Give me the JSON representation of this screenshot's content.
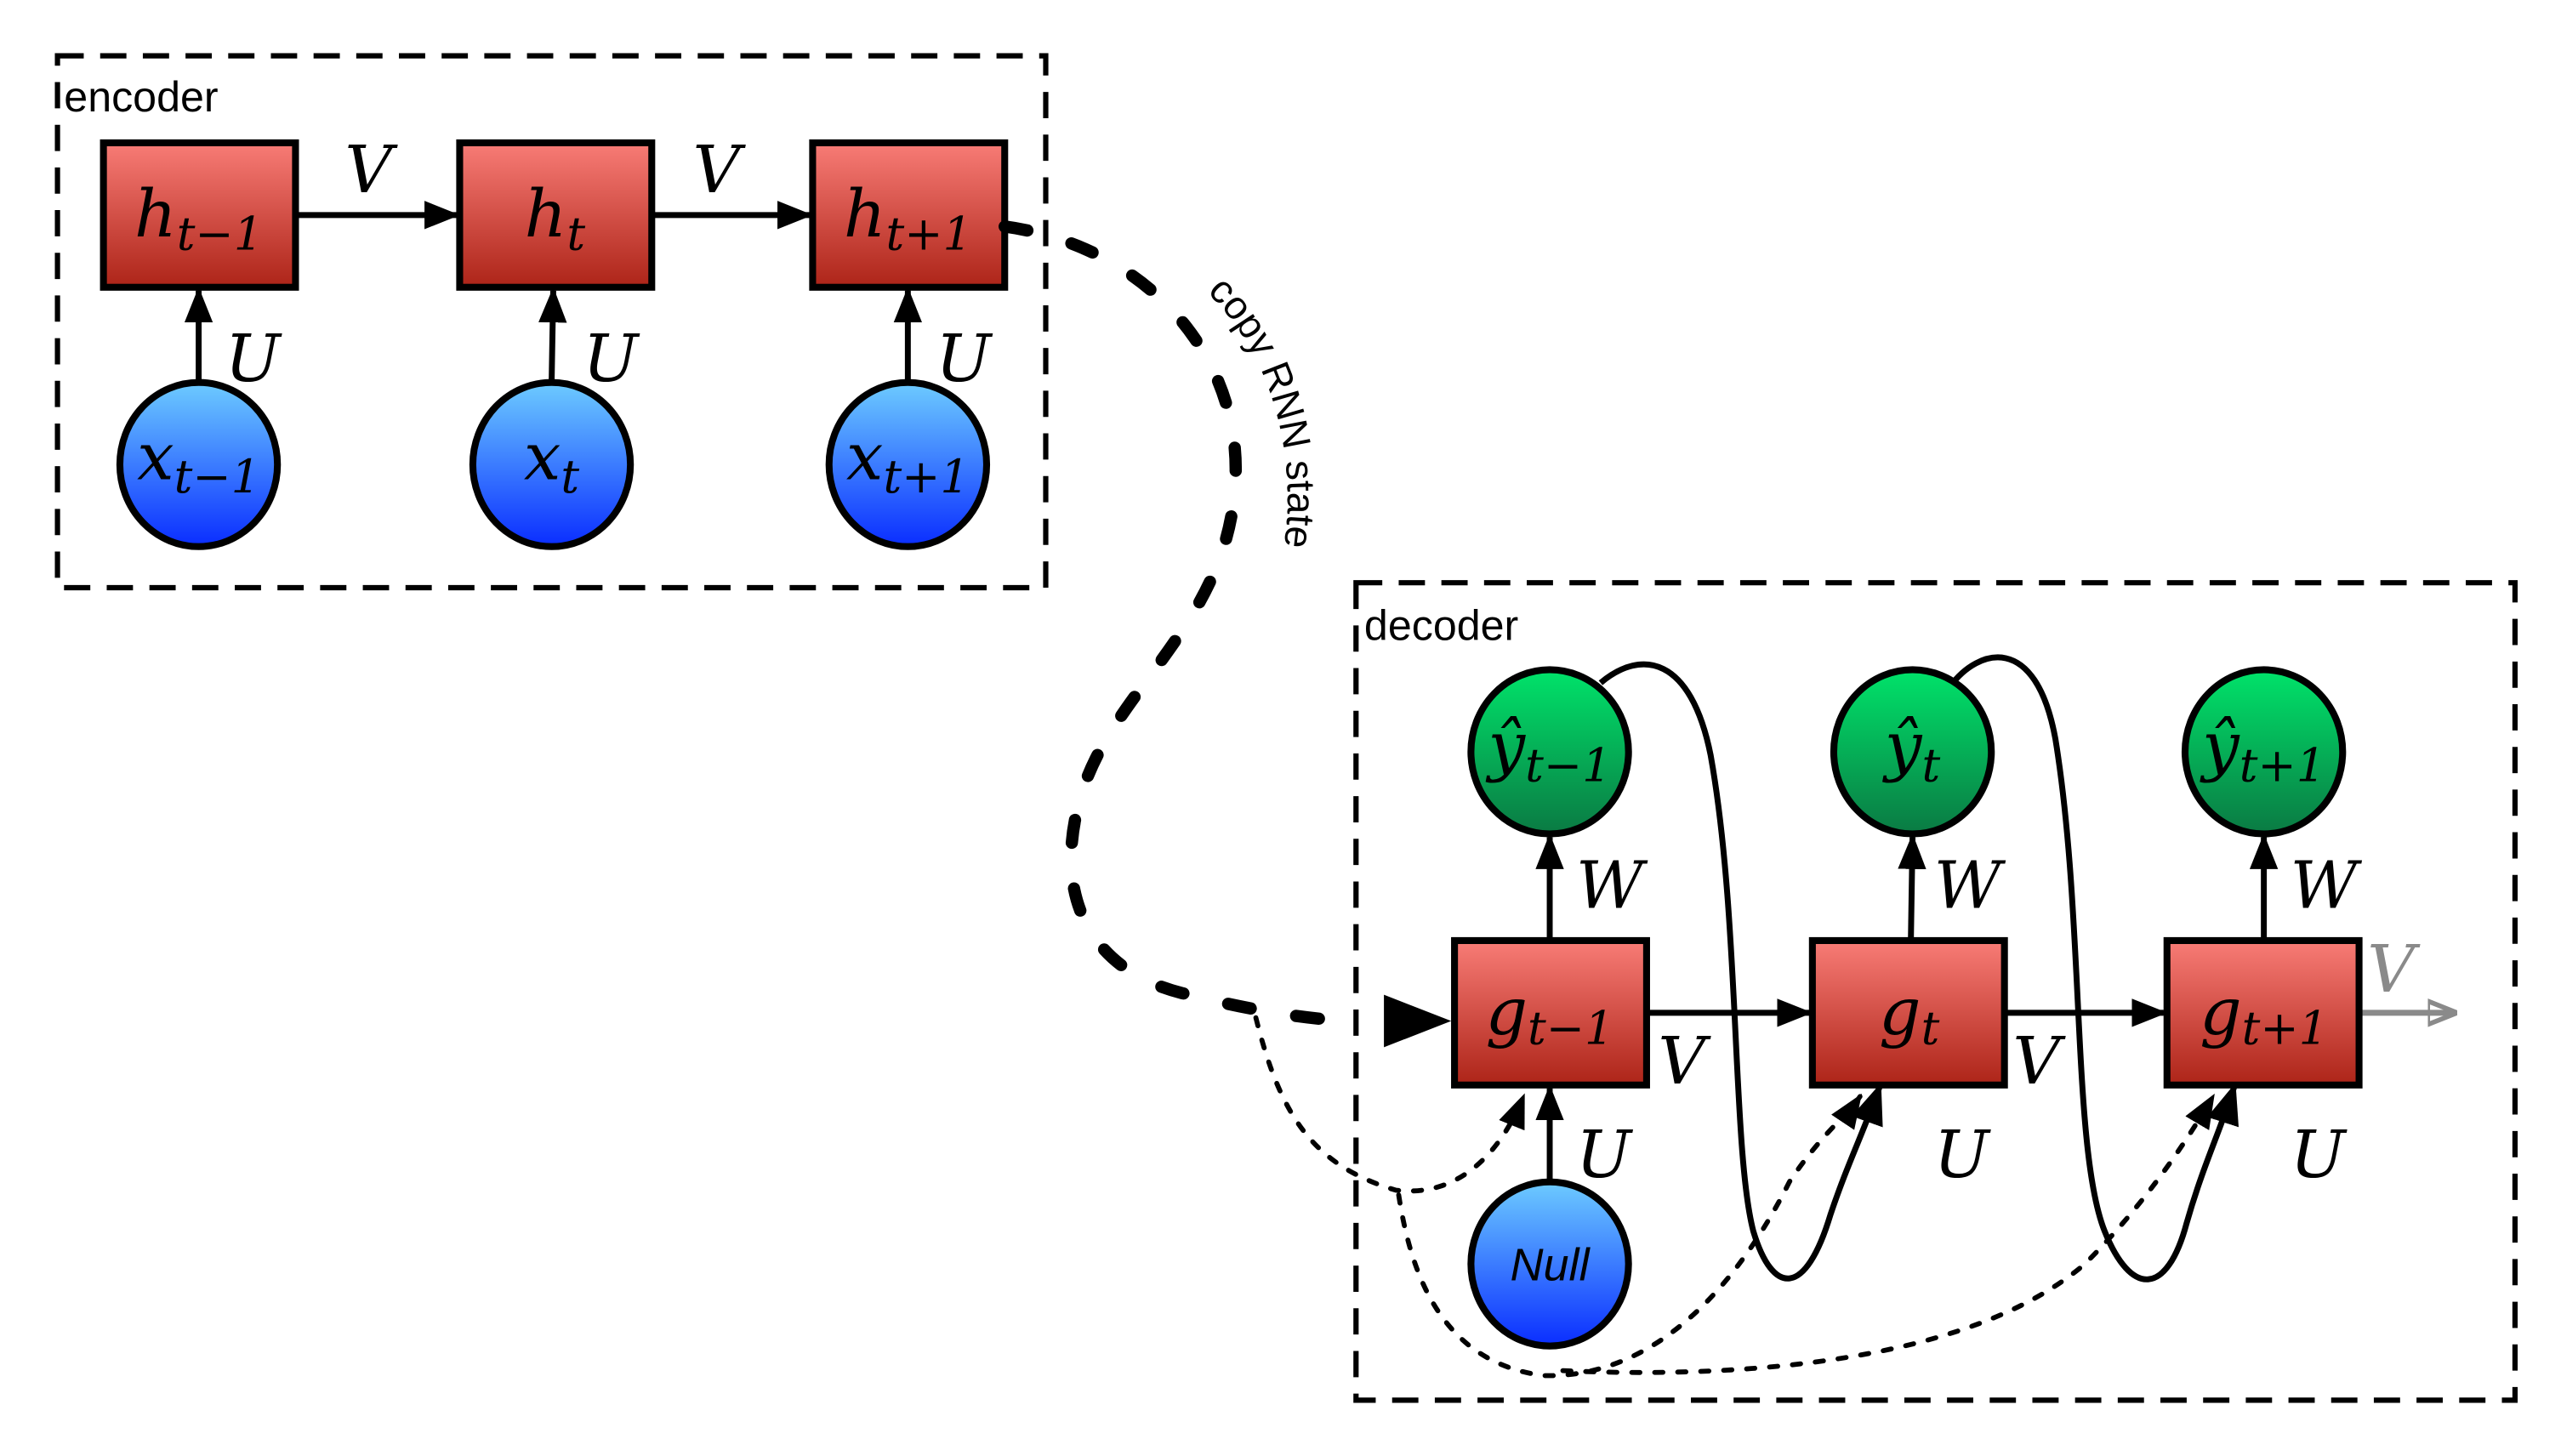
{
  "figure": {
    "type": "seq2seq-rnn-diagram",
    "encoder": {
      "label": "encoder",
      "hidden_states": [
        {
          "var": "h",
          "sub": "t−1"
        },
        {
          "var": "h",
          "sub": "t"
        },
        {
          "var": "h",
          "sub": "t+1"
        }
      ],
      "inputs": [
        {
          "var": "x",
          "sub": "t−1"
        },
        {
          "var": "x",
          "sub": "t"
        },
        {
          "var": "x",
          "sub": "t+1"
        }
      ],
      "recurrent_weight": "V",
      "input_weight": "U"
    },
    "copy_label": "copy RNN state",
    "decoder": {
      "label": "decoder",
      "hidden_states": [
        {
          "var": "g",
          "sub": "t−1"
        },
        {
          "var": "g",
          "sub": "t"
        },
        {
          "var": "g",
          "sub": "t+1"
        }
      ],
      "outputs": [
        {
          "var": "ŷ",
          "sub": "t−1"
        },
        {
          "var": "ŷ",
          "sub": "t"
        },
        {
          "var": "ŷ",
          "sub": "t+1"
        }
      ],
      "null_input": "Null",
      "recurrent_weight": "V",
      "input_weight": "U",
      "output_weight": "W",
      "trailing_weight": "V"
    },
    "colors": {
      "state_box_top": "#f87c76",
      "state_box_bottom": "#ad2418",
      "input_circle_top": "#6dcbff",
      "input_circle_bottom": "#0a2dff",
      "output_circle_top": "#00e36a",
      "output_circle_bottom": "#0a7a43",
      "trailing_edge": "#8a8a8a"
    }
  }
}
